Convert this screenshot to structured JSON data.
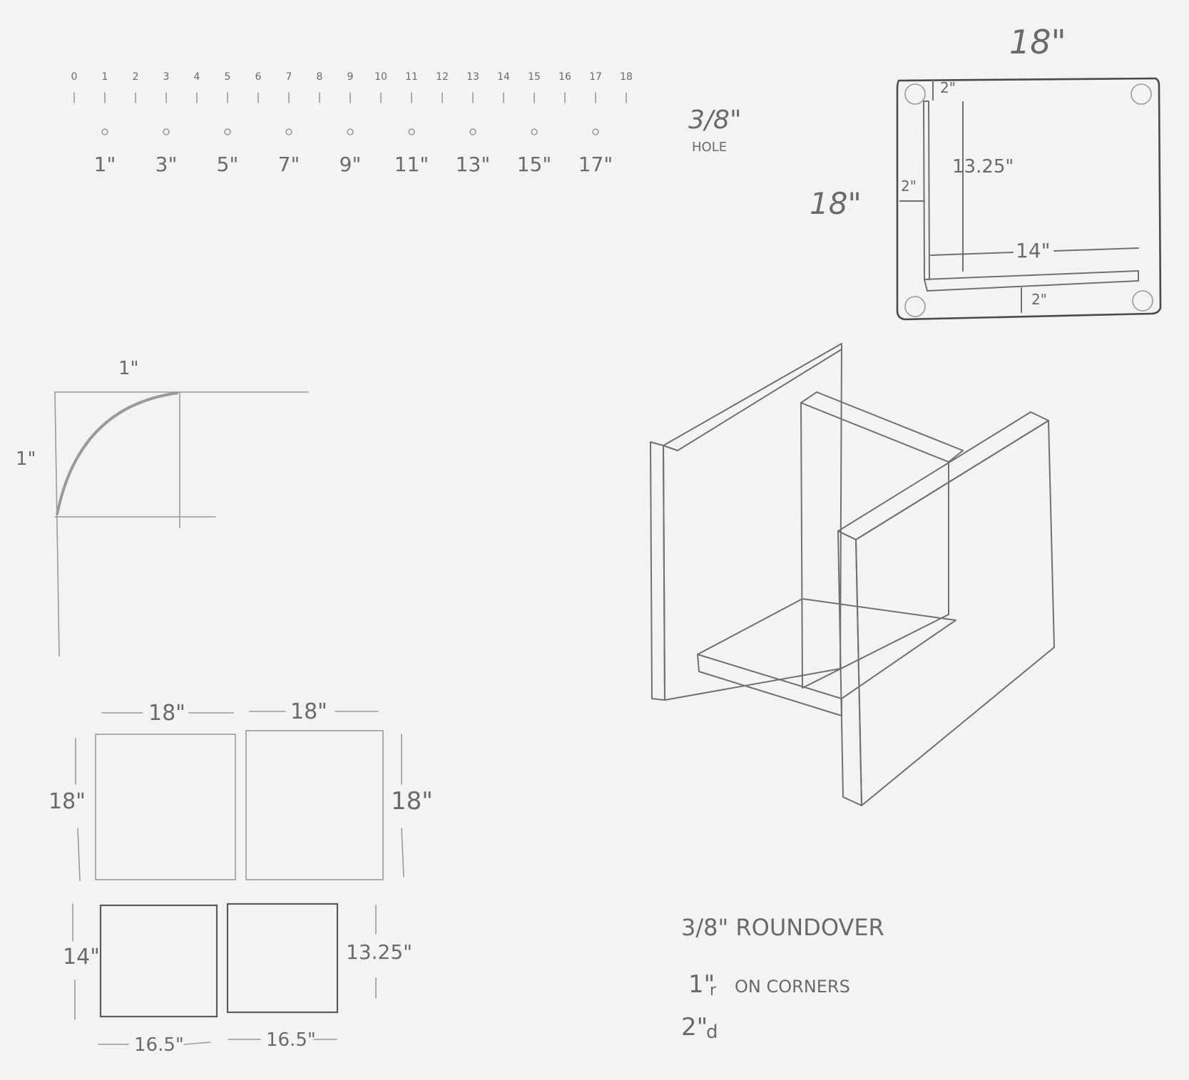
{
  "ruler": {
    "ticks": [
      "0",
      "1",
      "2",
      "3",
      "4",
      "5",
      "6",
      "7",
      "8",
      "9",
      "10",
      "11",
      "12",
      "13",
      "14",
      "15",
      "16",
      "17",
      "18"
    ],
    "holes": [
      "1\"",
      "3\"",
      "5\"",
      "7\"",
      "9\"",
      "11\"",
      "13\"",
      "15\"",
      "17\""
    ]
  },
  "hole_note": {
    "size": "3/8\"",
    "label": "HOLE"
  },
  "top_view": {
    "width": "18\"",
    "height": "18\"",
    "inset_top": "2\"",
    "inset_left": "2\"",
    "vertical_slot": "13.25\"",
    "horizontal_slot": "14\"",
    "inset_bottom": "2\""
  },
  "radius_detail": {
    "top": "1\"",
    "side": "1\""
  },
  "panels": {
    "top_left_width": "18\"",
    "top_right_width": "18\"",
    "left_height": "18\"",
    "right_height": "18\"",
    "bottom_left_height": "14\"",
    "bottom_right_height": "13.25\"",
    "bottom_left_width": "16.5\"",
    "bottom_right_width": "16.5\""
  },
  "notes": {
    "line1": "3/8\" ROUNDOVER",
    "line2_size": "1\"",
    "line2_sub": "r",
    "line2_text": "ON CORNERS",
    "line3_size": "2\"",
    "line3_sub": "d"
  }
}
